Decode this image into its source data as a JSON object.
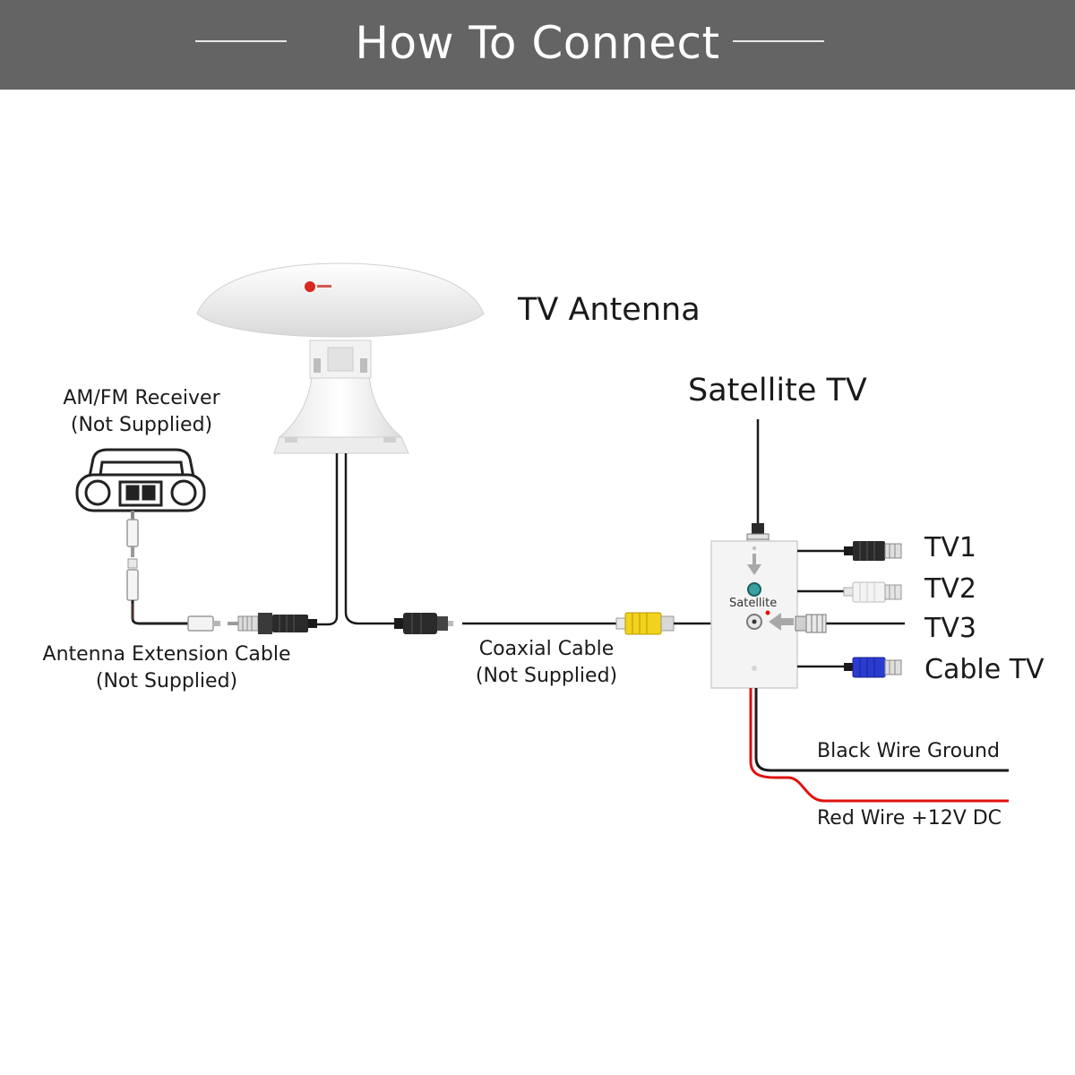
{
  "header": {
    "title": "How To Connect"
  },
  "labels": {
    "tv_antenna": "TV Antenna",
    "satellite_tv": "Satellite TV",
    "amfm_line1": "AM/FM Receiver",
    "amfm_line2": "(Not Supplied)",
    "ext_cable_line1": "Antenna Extension Cable",
    "ext_cable_line2": "(Not Supplied)",
    "coax_line1": "Coaxial Cable",
    "coax_line2": "(Not Supplied)",
    "tv1": "TV1",
    "tv2": "TV2",
    "tv3": "TV3",
    "cable_tv": "Cable TV",
    "black_wire": "Black Wire Ground",
    "red_wire": "Red Wire +12V DC",
    "satellite_port": "Satellite"
  },
  "colors": {
    "header_bg": "#646464",
    "connector_black": "#2a2a2a",
    "connector_white": "#f0f0f0",
    "connector_blue": "#2a3bd1",
    "connector_yellow": "#f2d21c",
    "wire_red": "#e01010"
  }
}
